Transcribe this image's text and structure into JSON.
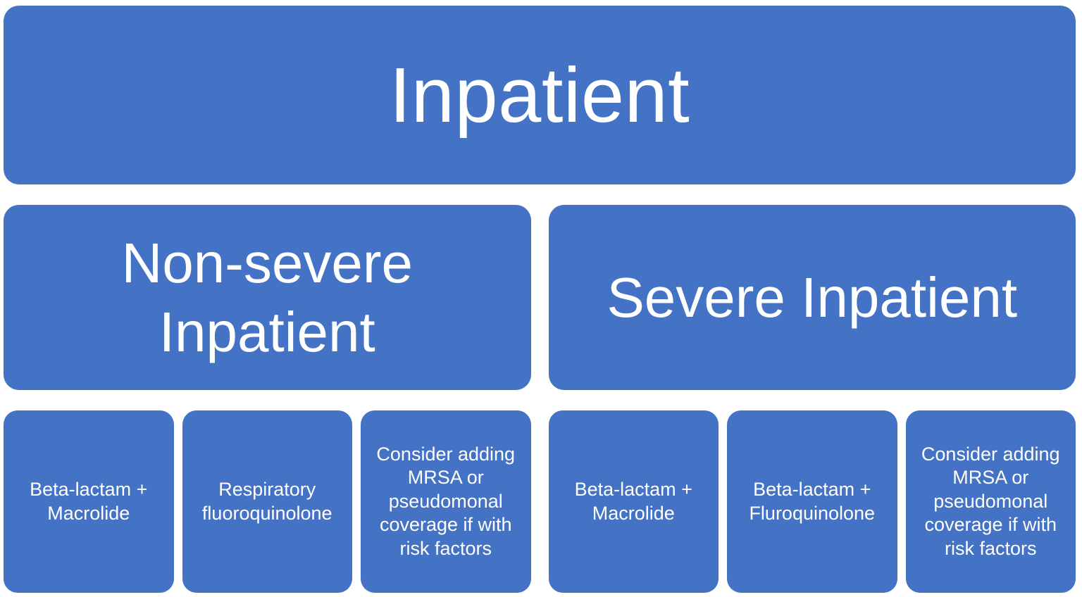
{
  "diagram": {
    "root_label": "Inpatient",
    "branches": [
      {
        "label": "Non-severe Inpatient",
        "children": [
          "Beta-lactam + Macrolide",
          "Respiratory fluoroquinolone",
          "Consider adding MRSA or pseudomonal coverage if with risk factors"
        ]
      },
      {
        "label": "Severe Inpatient",
        "children": [
          "Beta-lactam + Macrolide",
          "Beta-lactam + Fluroquinolone",
          "Consider adding MRSA or pseudomonal coverage if with risk factors"
        ]
      }
    ],
    "colors": {
      "box_fill": "#4472C4",
      "text": "#FFFFFF",
      "background": "#FFFFFF"
    }
  }
}
